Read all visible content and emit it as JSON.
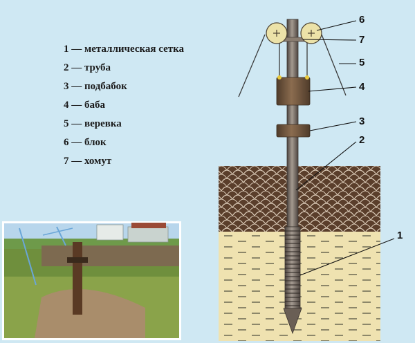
{
  "legend": {
    "items": [
      "1 — металлическая сетка",
      "2 — труба",
      "3 — подбабок",
      "4 — баба",
      "5 — веревка",
      "6 — блок",
      "7 — хомут"
    ]
  },
  "callouts": {
    "n1": "1",
    "n2": "2",
    "n3": "3",
    "n4": "4",
    "n5": "5",
    "n6": "6",
    "n7": "7"
  },
  "colors": {
    "background": "#cfe8f3",
    "soil_top": "#5a3e2b",
    "soil_bottom": "#efe2b0",
    "pipe": "#7a6e62"
  }
}
